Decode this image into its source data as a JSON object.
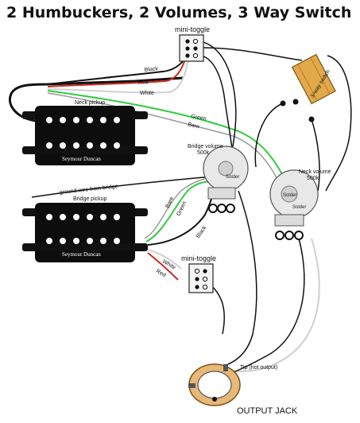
{
  "title": "2 Humbuckers, 2 Volumes, 3 Way Switch",
  "labels": {
    "mini_toggle_top": "mini-toggle",
    "mini_toggle_bottom": "mini-toggle",
    "neck_pickup": "Neck pickup",
    "bridge_pickup": "Bridge pickup",
    "brand_neck": "Seymour Duncan",
    "brand_bridge": "Seymour Duncan",
    "bridge_volume": "Bridge volume",
    "bridge_volume_value": "500k",
    "neck_volume": "Neck volume",
    "neck_volume_value": "500k",
    "solder_bridge": "Solder",
    "solder_neck_a": "Solder",
    "solder_neck_b": "Solder",
    "switch": "3-way switch",
    "ground_wire": "ground wire from bridge",
    "tip": "Tip (hot output)",
    "output_jack": "OUTPUT JACK"
  },
  "wire_labels": {
    "neck_black": "Black",
    "neck_red": "Red",
    "neck_white": "White",
    "neck_green": "Green",
    "neck_bare": "Bare",
    "bridge_bare": "Bare",
    "bridge_green": "Green",
    "bridge_black": "Black",
    "bridge_white": "White",
    "bridge_red": "Red"
  },
  "colors": {
    "black_wire": "#111111",
    "red_wire": "#cc2a1e",
    "white_wire": "#cfcfcf",
    "green_wire": "#2ecc40",
    "bare_wire": "#9a9a9a",
    "pickup_body": "#0d0d0d",
    "pole_piece": "#ffffff",
    "switch_body": "#e2a94a",
    "pot_body": "#e6e6e6",
    "jack_ring": "#e8b878"
  }
}
